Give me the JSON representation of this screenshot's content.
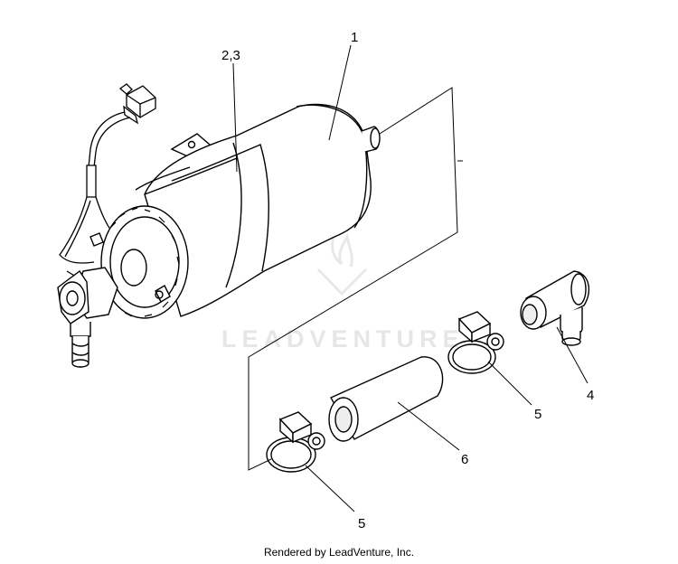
{
  "callouts": {
    "c1": "1",
    "c23": "2,3",
    "c4": "4",
    "c5a": "5",
    "c5b": "5",
    "c6": "6"
  },
  "watermark": "LEADVENTURE",
  "footer": "Rendered by LeadVenture, Inc.",
  "colors": {
    "line": "#000000",
    "watermark": "#e6e6e6",
    "background": "#ffffff"
  }
}
